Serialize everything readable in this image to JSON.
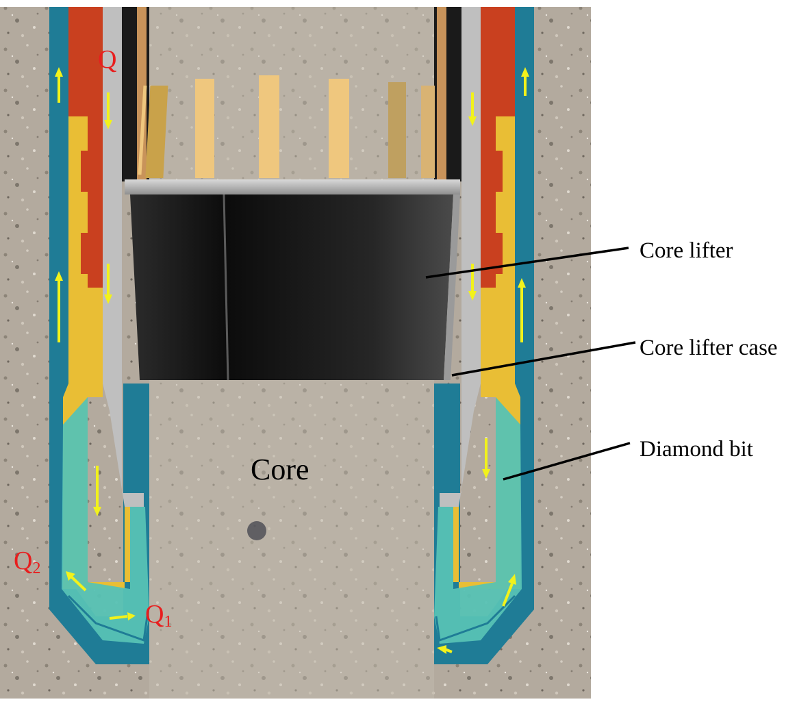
{
  "colors": {
    "rock": "#b0a89c",
    "core_fill": "#bdb5a8",
    "blue_shell": "#1f7c96",
    "red_part": "#c9401f",
    "yellow_part": "#e9be35",
    "teal_bit": "#57c2b4",
    "grey_case": "#bfbfbf",
    "lifter_black": "#141414",
    "arrow": "#f2f21b",
    "flow_label": "#e81e1e",
    "finger": "#efc77e"
  },
  "labels": {
    "core_lifter": "Core lifter",
    "core_lifter_case": "Core lifter case",
    "diamond_bit": "Diamond bit",
    "core": "Core"
  },
  "flow": {
    "q": "Q",
    "q1_base": "Q",
    "q1_sub": "1",
    "q2_base": "Q",
    "q2_sub": "2"
  }
}
